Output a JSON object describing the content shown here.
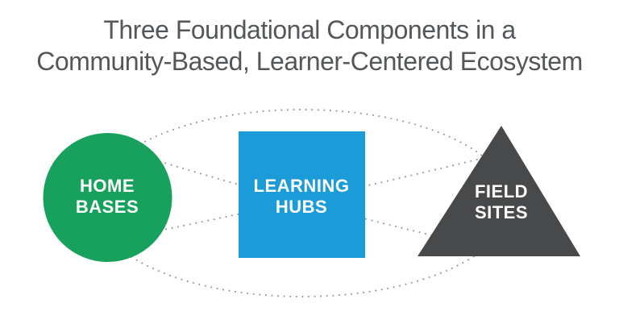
{
  "title": {
    "line1": "Three Foundational Components in a",
    "line2": "Community-Based, Learner-Centered Ecosystem",
    "color": "#54575A"
  },
  "diagram": {
    "connector_style": "dotted",
    "connector_color": "#979797",
    "nodes": [
      {
        "id": "home-bases",
        "shape": "circle",
        "color": "#18A15D",
        "text_color": "#FFFFFF",
        "label_line1": "HOME",
        "label_line2": "BASES"
      },
      {
        "id": "learning-hubs",
        "shape": "square",
        "color": "#1B9CD8",
        "text_color": "#FFFFFF",
        "label_line1": "LEARNING",
        "label_line2": "HUBS"
      },
      {
        "id": "field-sites",
        "shape": "triangle",
        "color": "#47494A",
        "text_color": "#FFFFFF",
        "label_line1": "FIELD",
        "label_line2": "SITES"
      }
    ]
  }
}
